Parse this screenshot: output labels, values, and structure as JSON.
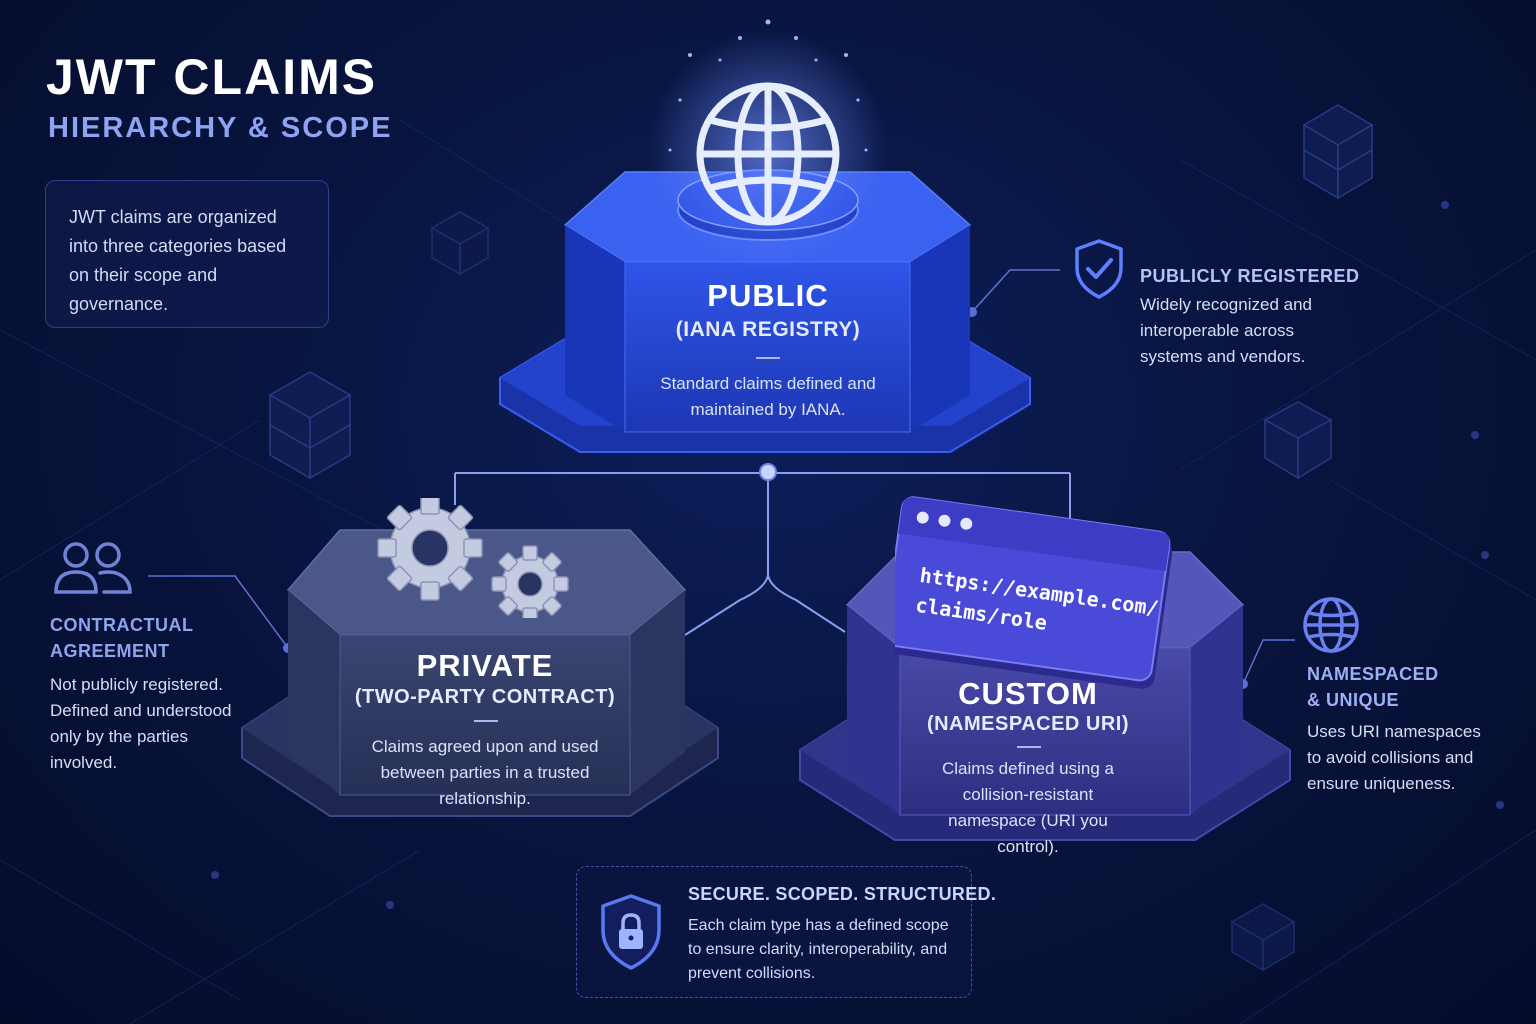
{
  "header": {
    "title": "JWT CLAIMS",
    "subtitle": "HIERARCHY & SCOPE"
  },
  "intro": {
    "text": "JWT claims are organized into three categories based on their scope and governance."
  },
  "blocks": {
    "public": {
      "title": "PUBLIC",
      "subtitle": "(IANA REGISTRY)",
      "description": "Standard claims defined and maintained by IANA.",
      "icon": "globe-icon"
    },
    "private": {
      "title": "PRIVATE",
      "subtitle": "(TWO-PARTY CONTRACT)",
      "description": "Claims agreed upon and used between parties in a trusted relationship.",
      "icon": "gears-icon"
    },
    "custom": {
      "title": "CUSTOM",
      "subtitle": "(NAMESPACED URI)",
      "description": "Claims defined using a collision-resistant namespace (URI you control).",
      "icon": "browser-window-icon",
      "uri_line1": "https://example.com/",
      "uri_line2": "claims/role"
    }
  },
  "side_notes": {
    "public": {
      "title": "PUBLICLY REGISTERED",
      "text": "Widely recognized and interoperable across systems and vendors.",
      "icon": "shield-check-icon"
    },
    "private": {
      "title_line1": "CONTRACTUAL",
      "title_line2": "AGREEMENT",
      "text": "Not publicly registered. Defined and understood only by the parties involved.",
      "icon": "users-icon"
    },
    "custom": {
      "title_line1": "NAMESPACED",
      "title_line2": "& UNIQUE",
      "text": "Uses URI namespaces to avoid collisions and ensure uniqueness.",
      "icon": "globe-icon"
    }
  },
  "footer_callout": {
    "title": "SECURE. SCOPED. STRUCTURED.",
    "text": "Each claim type has a defined scope to ensure clarity, interoperability, and prevent collisions.",
    "icon": "lock-shield-icon"
  },
  "colors": {
    "background": "#081540",
    "public_accent": "#2f55e8",
    "private_accent": "#3a4672",
    "custom_accent": "#4a4aa8",
    "side_title_public": "#b4c2f8",
    "side_title_private": "#8fa3ee",
    "side_title_custom": "#9db0f5",
    "connector": "#8aa0ee"
  }
}
